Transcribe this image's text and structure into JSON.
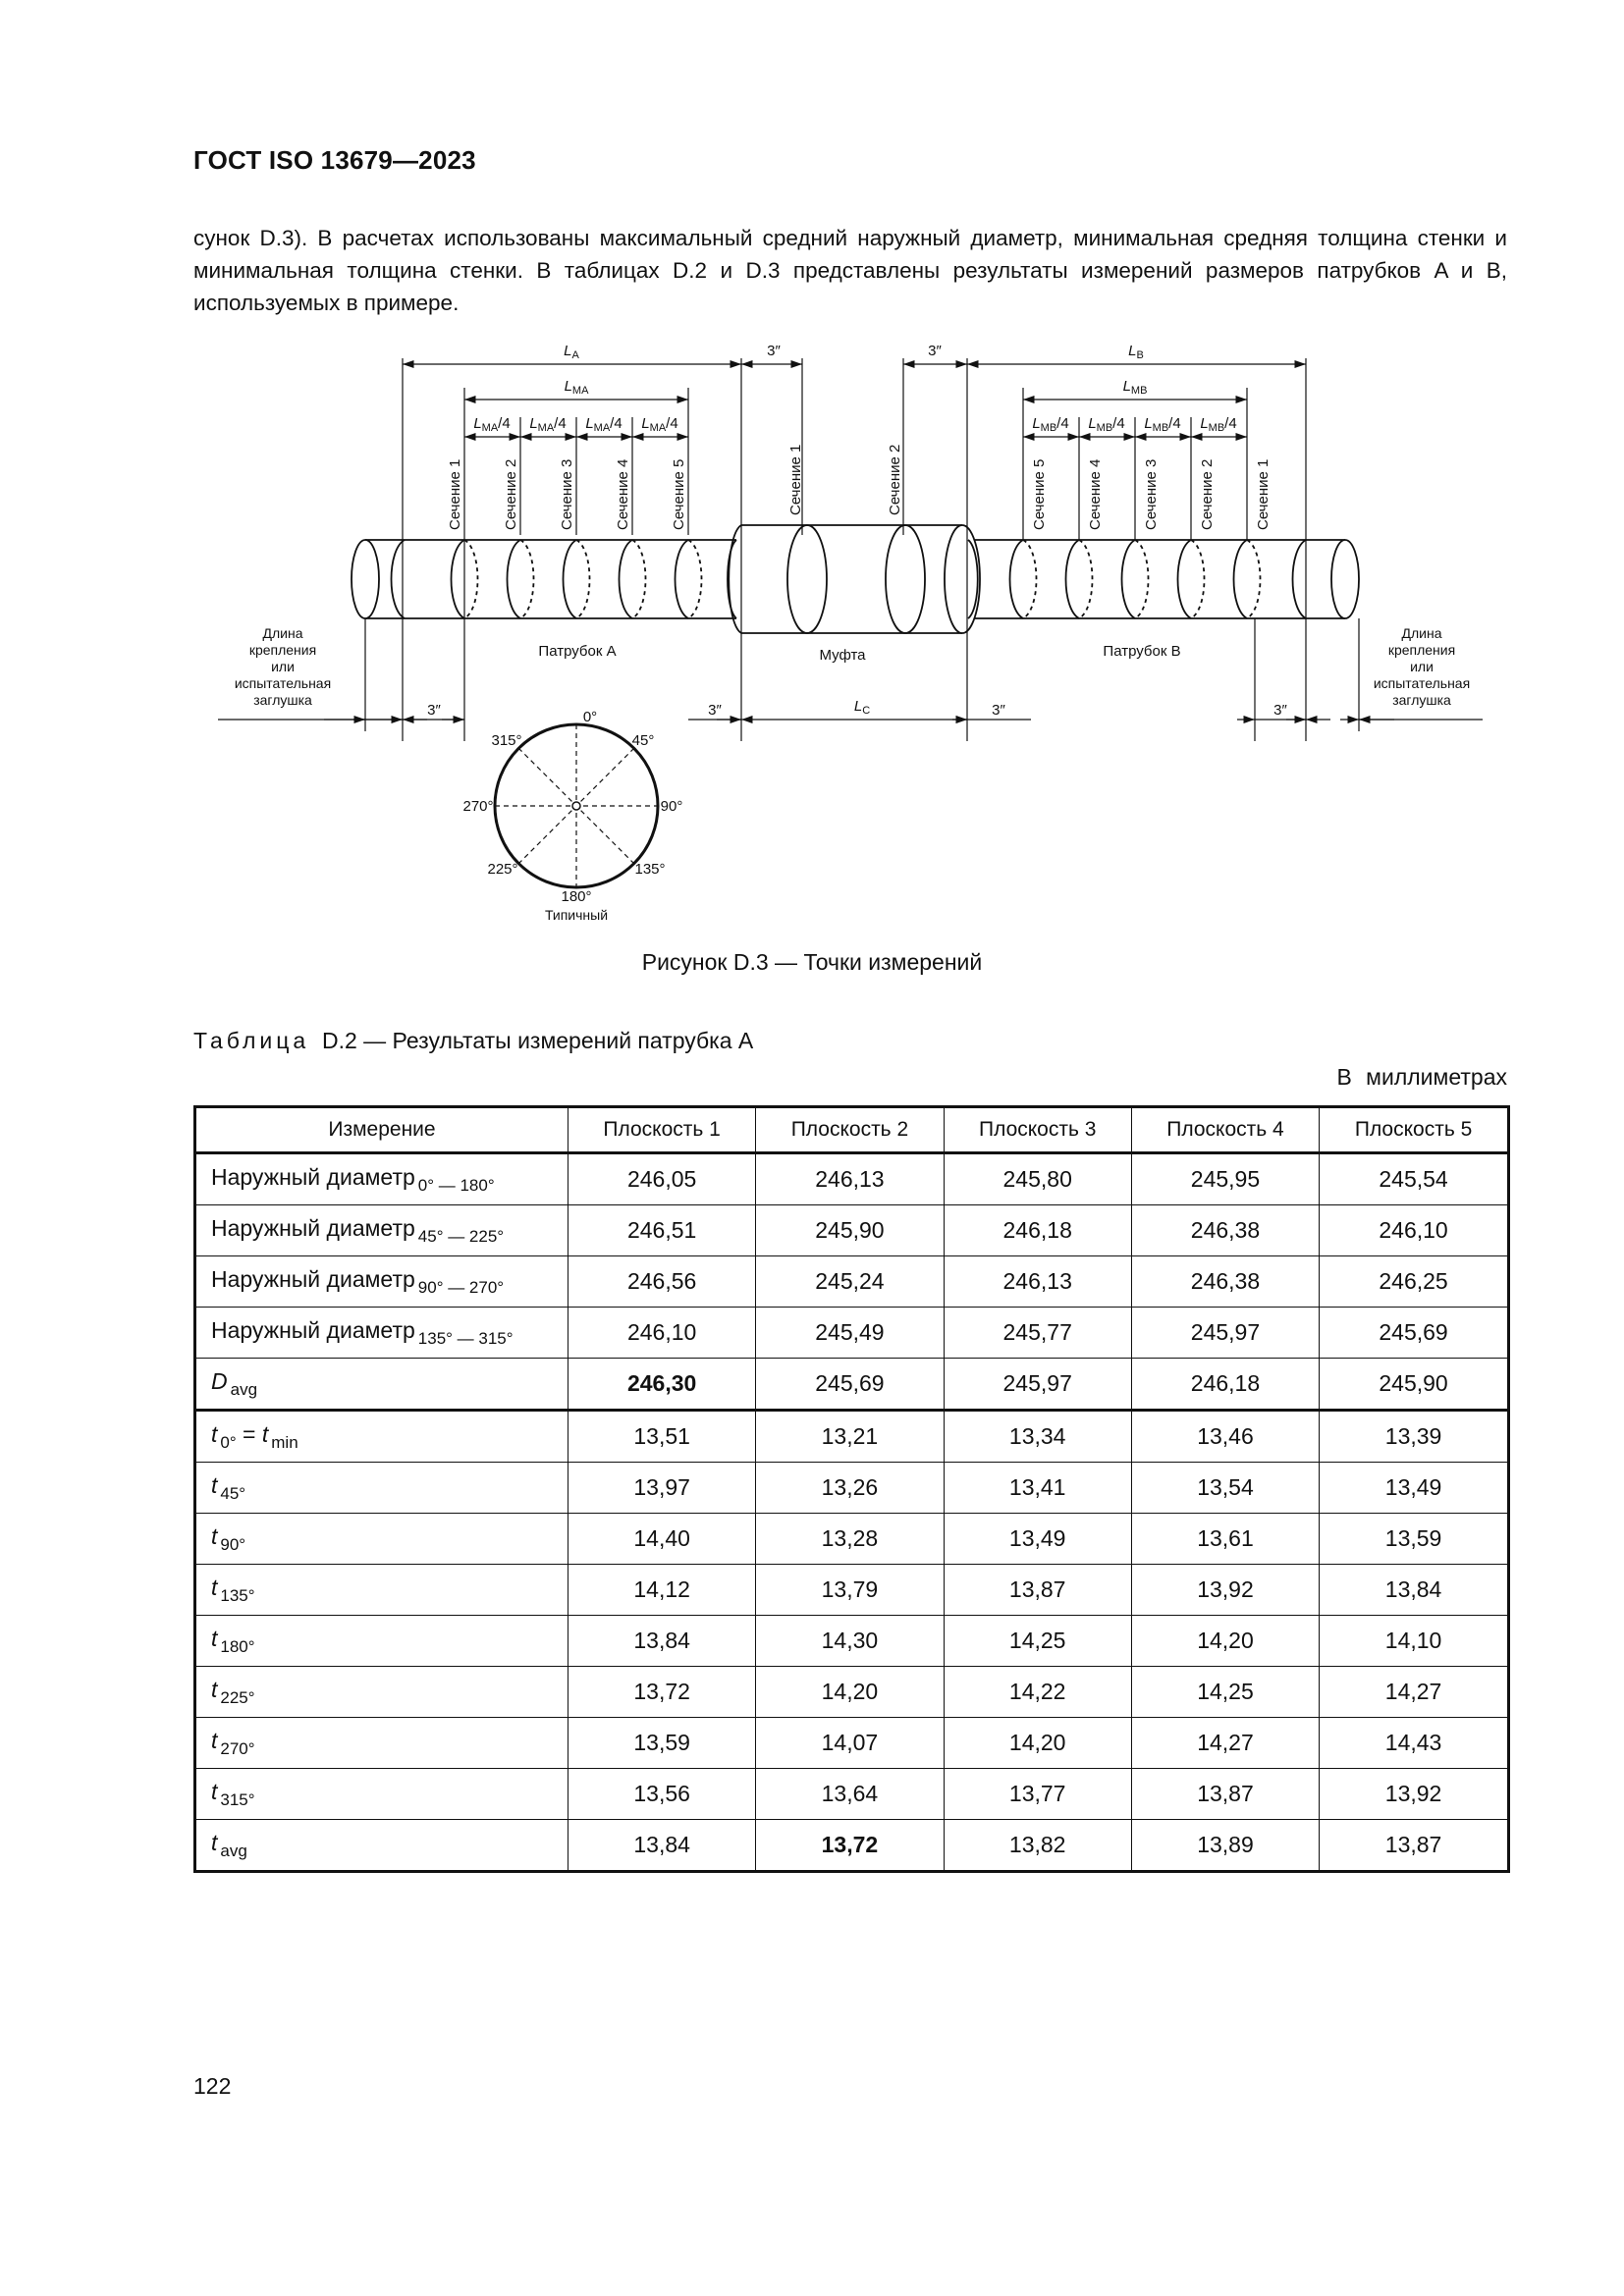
{
  "header": {
    "title": "ГОСТ ISO 13679—2023"
  },
  "paragraph": "сунок D.3). В расчетах использованы максимальный средний наружный диаметр, минимальная средняя толщина стенки и минимальная толщина стенки. В таблицах D.2 и D.3 представлены результаты измерений размеров патрубков A и B, используемых в примере.",
  "figure": {
    "caption": "Рисунок D.3 — Точки измерений",
    "labels": {
      "la": "L",
      "la_sub": "A",
      "lb": "L",
      "lb_sub": "B",
      "lc": "L",
      "lc_sub": "C",
      "lma": "L",
      "lma_sub": "MA",
      "lmb": "L",
      "lmb_sub": "MB",
      "quarter": "/4",
      "three_inch": "3″",
      "pipe_a": "Патрубок A",
      "pipe_b": "Патрубок B",
      "coupling": "Муфта",
      "end_left": [
        "Длина",
        "крепления",
        "или",
        "испытательная",
        "заглушка"
      ],
      "end_right": [
        "Длина",
        "крепления",
        "или",
        "испытательная",
        "заглушка"
      ],
      "typical": "Типичный",
      "sections_a": [
        "Сечение 1",
        "Сечение 2",
        "Сечение 3",
        "Сечение 4",
        "Сечение 5"
      ],
      "sections_coupling": [
        "Сечение 1",
        "Сечение 2"
      ],
      "sections_b": [
        "Сечение 5",
        "Сечение 4",
        "Сечение 3",
        "Сечение 2",
        "Сечение 1"
      ],
      "angles": [
        "0°",
        "45°",
        "90°",
        "135°",
        "180°",
        "225°",
        "270°",
        "315°"
      ]
    }
  },
  "table": {
    "caption_word": "Таблица",
    "caption_rest": "D.2 — Результаты измерений патрубка A",
    "unit": "В миллиметрах",
    "headers": [
      "Измерение",
      "Плоскость 1",
      "Плоскость 2",
      "Плоскость 3",
      "Плоскость 4",
      "Плоскость 5"
    ],
    "rows": [
      {
        "main": "Наружный диаметр",
        "sub": "0° — 180°",
        "values": [
          "246,05",
          "246,13",
          "245,80",
          "245,95",
          "245,54"
        ]
      },
      {
        "main": "Наружный диаметр",
        "sub": "45° — 225°",
        "values": [
          "246,51",
          "245,90",
          "246,18",
          "246,38",
          "246,10"
        ]
      },
      {
        "main": "Наружный диаметр",
        "sub": "90° — 270°",
        "values": [
          "246,56",
          "245,24",
          "246,13",
          "246,38",
          "246,25"
        ]
      },
      {
        "main": "Наружный диаметр",
        "sub": "135° — 315°",
        "values": [
          "246,10",
          "245,49",
          "245,77",
          "245,97",
          "245,69"
        ]
      },
      {
        "sym": "D",
        "sub": "avg",
        "values": [
          "246,30",
          "245,69",
          "245,97",
          "246,18",
          "245,90"
        ],
        "bold_index": 0
      },
      {
        "sym": "t",
        "sub": "0°",
        "eq": " = ",
        "sym2": "t",
        "sub2": "min",
        "values": [
          "13,51",
          "13,21",
          "13,34",
          "13,46",
          "13,39"
        ]
      },
      {
        "sym": "t",
        "sub": "45°",
        "values": [
          "13,97",
          "13,26",
          "13,41",
          "13,54",
          "13,49"
        ]
      },
      {
        "sym": "t",
        "sub": "90°",
        "values": [
          "14,40",
          "13,28",
          "13,49",
          "13,61",
          "13,59"
        ]
      },
      {
        "sym": "t",
        "sub": "135°",
        "values": [
          "14,12",
          "13,79",
          "13,87",
          "13,92",
          "13,84"
        ]
      },
      {
        "sym": "t",
        "sub": "180°",
        "values": [
          "13,84",
          "14,30",
          "14,25",
          "14,20",
          "14,10"
        ]
      },
      {
        "sym": "t",
        "sub": "225°",
        "values": [
          "13,72",
          "14,20",
          "14,22",
          "14,25",
          "14,27"
        ]
      },
      {
        "sym": "t",
        "sub": "270°",
        "values": [
          "13,59",
          "14,07",
          "14,20",
          "14,27",
          "14,43"
        ]
      },
      {
        "sym": "t",
        "sub": "315°",
        "values": [
          "13,56",
          "13,64",
          "13,77",
          "13,87",
          "13,92"
        ]
      },
      {
        "sym": "t",
        "sub": "avg",
        "values": [
          "13,84",
          "13,72",
          "13,82",
          "13,89",
          "13,87"
        ],
        "bold_index": 1
      }
    ]
  },
  "page_number": "122"
}
